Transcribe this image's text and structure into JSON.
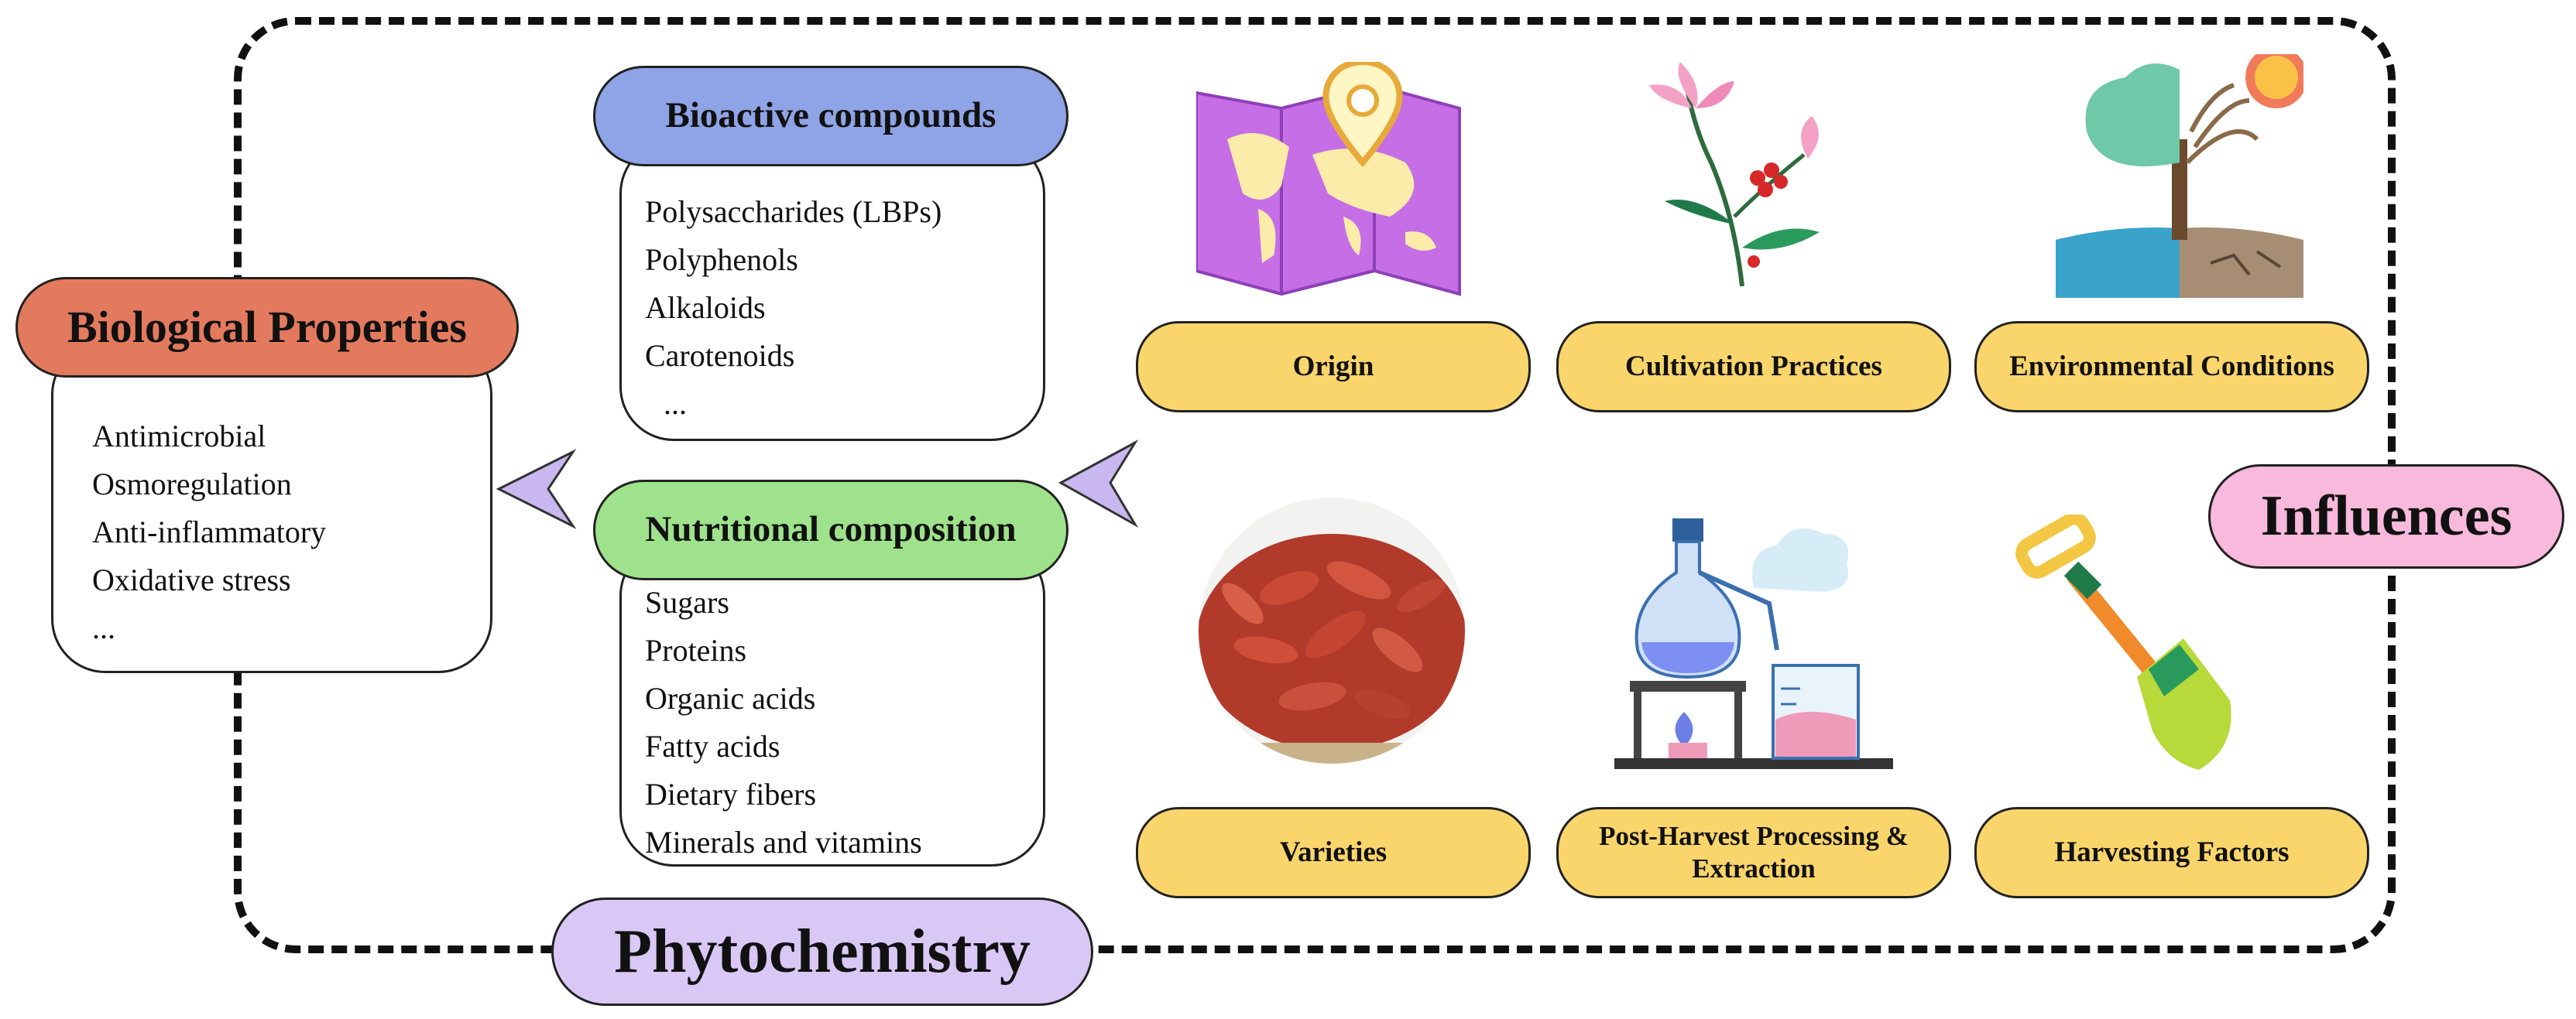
{
  "biological": {
    "title": "Biological Properties",
    "color": "#e47a5d",
    "items": [
      "Antimicrobial",
      "Osmoregulation",
      "Anti-inflammatory",
      "Oxidative stress",
      "..."
    ]
  },
  "bioactive": {
    "title": "Bioactive compounds",
    "color": "#8fa4e6",
    "items": [
      "Polysaccharides (LBPs)",
      "Polyphenols",
      "Alkaloids",
      "Carotenoids",
      "..."
    ]
  },
  "nutritional": {
    "title": "Nutritional composition",
    "color": "#9fe28c",
    "items": [
      "Sugars",
      "Proteins",
      "Organic acids",
      "Fatty acids",
      "Dietary fibers",
      "Minerals and vitamins"
    ]
  },
  "phytochemistry": {
    "label": "Phytochemistry",
    "color": "#d9c8f6"
  },
  "influences": {
    "label": "Influences",
    "color": "#f8b9dc"
  },
  "factors": [
    {
      "label": "Origin",
      "icon": "world-map-pin-icon"
    },
    {
      "label": "Cultivation Practices",
      "icon": "flowering-branch-icon"
    },
    {
      "label": "Environmental Conditions",
      "icon": "tree-sun-drought-icon"
    },
    {
      "label": "Varieties",
      "icon": "goji-berries-photo-icon"
    },
    {
      "label": "Post-Harvest Processing & Extraction",
      "icon": "lab-distillation-icon"
    },
    {
      "label": "Harvesting Factors",
      "icon": "shovel-icon"
    }
  ],
  "factor_color": "#f9d56b",
  "arrow_color": "#c9b8f0"
}
